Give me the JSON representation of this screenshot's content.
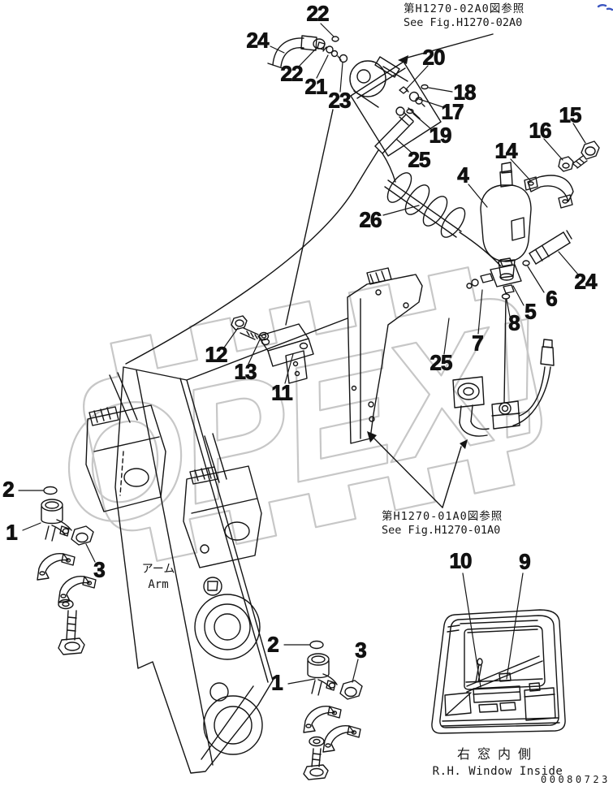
{
  "references": {
    "top_fig": {
      "jp": "第H1270-02A0図参照",
      "en": "See Fig.H1270-02A0"
    },
    "mid_fig": {
      "jp": "第H1270-01A0図参照",
      "en": "See Fig.H1270-01A0"
    }
  },
  "labels": {
    "arm_jp": "アーム",
    "arm_en": "Arm",
    "window_jp": "右窓内側",
    "window_en": "R.H. Window Inside",
    "doc_number": "00080723",
    "watermark": "OPEX!"
  },
  "colors": {
    "line": "#141414",
    "watermark": "#c7c7c7",
    "corner_mark": "#3b55c0"
  },
  "callouts": [
    {
      "id": "22-top",
      "label": "22"
    },
    {
      "id": "24-top",
      "label": "24"
    },
    {
      "id": "22-fitting",
      "label": "22"
    },
    {
      "id": "21",
      "label": "21"
    },
    {
      "id": "23",
      "label": "23"
    },
    {
      "id": "20",
      "label": "20"
    },
    {
      "id": "18",
      "label": "18"
    },
    {
      "id": "17",
      "label": "17"
    },
    {
      "id": "19",
      "label": "19"
    },
    {
      "id": "25-upper",
      "label": "25"
    },
    {
      "id": "15",
      "label": "15"
    },
    {
      "id": "16",
      "label": "16"
    },
    {
      "id": "14",
      "label": "14"
    },
    {
      "id": "4",
      "label": "4"
    },
    {
      "id": "26",
      "label": "26"
    },
    {
      "id": "24-hose",
      "label": "24"
    },
    {
      "id": "6",
      "label": "6"
    },
    {
      "id": "5",
      "label": "5"
    },
    {
      "id": "8",
      "label": "8"
    },
    {
      "id": "7",
      "label": "7"
    },
    {
      "id": "25-lower",
      "label": "25"
    },
    {
      "id": "12",
      "label": "12"
    },
    {
      "id": "13",
      "label": "13"
    },
    {
      "id": "11",
      "label": "11"
    },
    {
      "id": "2-left",
      "label": "2"
    },
    {
      "id": "1-left",
      "label": "1"
    },
    {
      "id": "3-left",
      "label": "3"
    },
    {
      "id": "2-bottom",
      "label": "2"
    },
    {
      "id": "1-bottom",
      "label": "1"
    },
    {
      "id": "3-bottom",
      "label": "3"
    },
    {
      "id": "10",
      "label": "10"
    },
    {
      "id": "9",
      "label": "9"
    }
  ]
}
